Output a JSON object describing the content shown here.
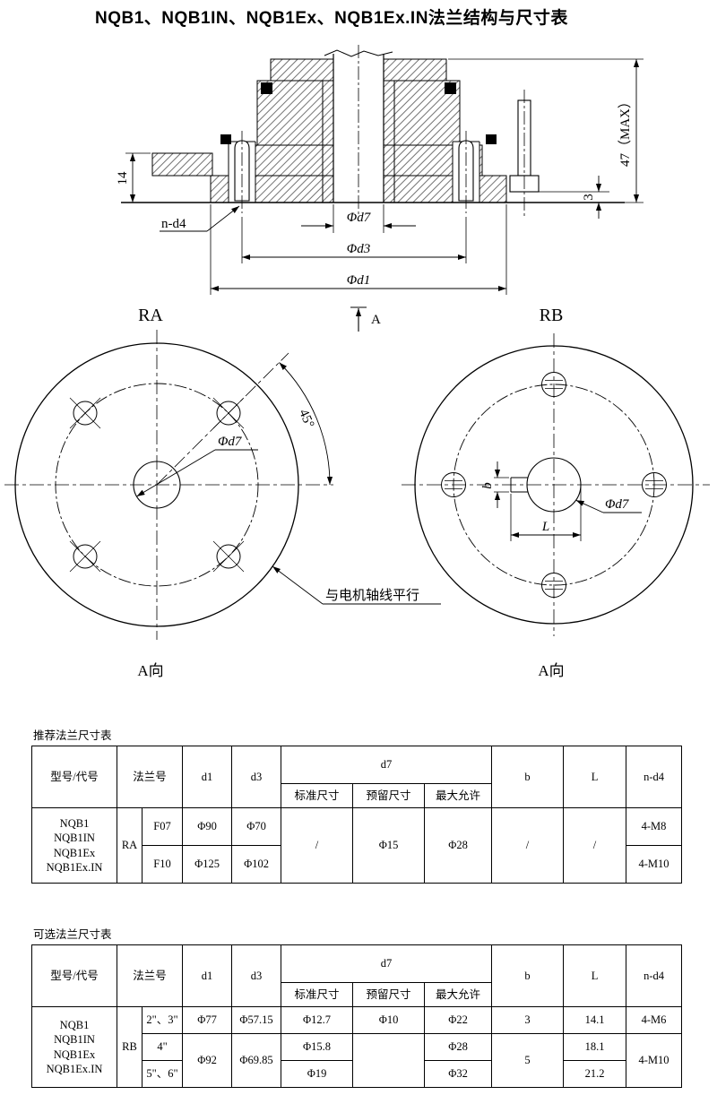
{
  "page": {
    "title": "NQB1、NQB1IN、NQB1Ex、NQB1Ex.IN法兰结构与尺寸表"
  },
  "drawing": {
    "dims": {
      "max_height": "47（MAX）",
      "gap": "3",
      "plate": "14",
      "bolt_holes": "n-d4",
      "d7": "Φd7",
      "d3": "Φd3",
      "d1": "Φd1",
      "view_arrow": "A"
    },
    "ra": {
      "title": "RA",
      "angle": "45°",
      "d7": "Φd7",
      "caption": "A向"
    },
    "rb": {
      "title": "RB",
      "d7": "Φd7",
      "b": "b",
      "L": "L",
      "caption": "A向"
    },
    "note": "与电机轴线平行"
  },
  "headers": {
    "model": "型号/代号",
    "flange_no": "法兰号",
    "d1": "d1",
    "d3": "d3",
    "d7": "d7",
    "d7_std": "标准尺寸",
    "d7_reserved": "预留尺寸",
    "d7_max": "最大允许",
    "b": "b",
    "L": "L",
    "n_d4": "n-d4"
  },
  "table1": {
    "caption": "推荐法兰尺寸表",
    "models": [
      "NQB1",
      "NQB1IN",
      "NQB1Ex",
      "NQB1Ex.IN"
    ],
    "group": "RA",
    "rows": [
      {
        "flange": "F07",
        "d1": "Φ90",
        "d3": "Φ70",
        "n_d4": "4-M8"
      },
      {
        "flange": "F10",
        "d1": "Φ125",
        "d3": "Φ102",
        "n_d4": "4-M10"
      }
    ],
    "shared": {
      "d7_std": "/",
      "d7_reserved": "Φ15",
      "d7_max": "Φ28",
      "b": "/",
      "L": "/"
    }
  },
  "table2": {
    "caption": "可选法兰尺寸表",
    "models": [
      "NQB1",
      "NQB1IN",
      "NQB1Ex",
      "NQB1Ex.IN"
    ],
    "group": "RB",
    "rows": [
      {
        "flange": "2\"、3\"",
        "d1": "Φ77",
        "d3": "Φ57.15",
        "d7_std": "Φ12.7",
        "d7_reserved": "Φ10",
        "d7_max": "Φ22",
        "b": "3",
        "L": "14.1",
        "n_d4": "4-M6"
      },
      {
        "flange": "4\"",
        "d1": "Φ92",
        "d3": "Φ69.85",
        "d7_std": "Φ15.8",
        "d7_reserved": "",
        "d7_max": "Φ28",
        "b": "5",
        "L": "18.1",
        "n_d4": "4-M10"
      },
      {
        "flange": "5\"、6\"",
        "d7_std": "Φ19",
        "d7_max": "Φ32",
        "L": "21.2"
      }
    ]
  }
}
